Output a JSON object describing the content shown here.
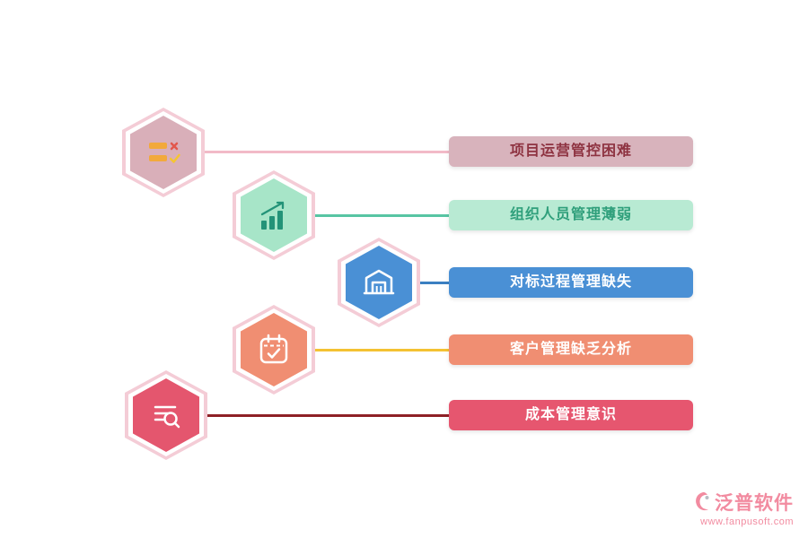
{
  "rows": [
    {
      "label": "项目运营管控困难",
      "icon": "checklist-icon",
      "colors": {
        "hex_fill": "#d9afb9",
        "ring": "#f4ccd6",
        "line": "#f2bac8",
        "label_bg": "#d8b3bc",
        "label_text": "#8e3341"
      }
    },
    {
      "label": "组织人员管理薄弱",
      "icon": "growth-chart-icon",
      "colors": {
        "hex_fill": "#a7e5c8",
        "ring": "#f4ccd6",
        "line": "#57c5a3",
        "label_bg": "#b8ead3",
        "label_text": "#2f9f7b"
      }
    },
    {
      "label": "对标过程管理缺失",
      "icon": "building-icon",
      "colors": {
        "hex_fill": "#4a90d5",
        "ring": "#f4ccd6",
        "line": "#3b7fc1",
        "label_bg": "#4a90d5",
        "label_text": "#ffffff"
      }
    },
    {
      "label": "客户管理缺乏分析",
      "icon": "calendar-icon",
      "colors": {
        "hex_fill": "#f08e72",
        "ring": "#f4ccd6",
        "line": "#f4c233",
        "label_bg": "#f08e72",
        "label_text": "#ffffff"
      }
    },
    {
      "label": "成本管理意识",
      "icon": "search-list-icon",
      "colors": {
        "hex_fill": "#e4566e",
        "ring": "#f4ccd6",
        "line": "#8e2026",
        "label_bg": "#e6566f",
        "label_text": "#ffffff"
      }
    }
  ],
  "logo": {
    "brand": "泛普软件",
    "website": "www.fanpusoft.com",
    "color": "#f28ba0"
  }
}
